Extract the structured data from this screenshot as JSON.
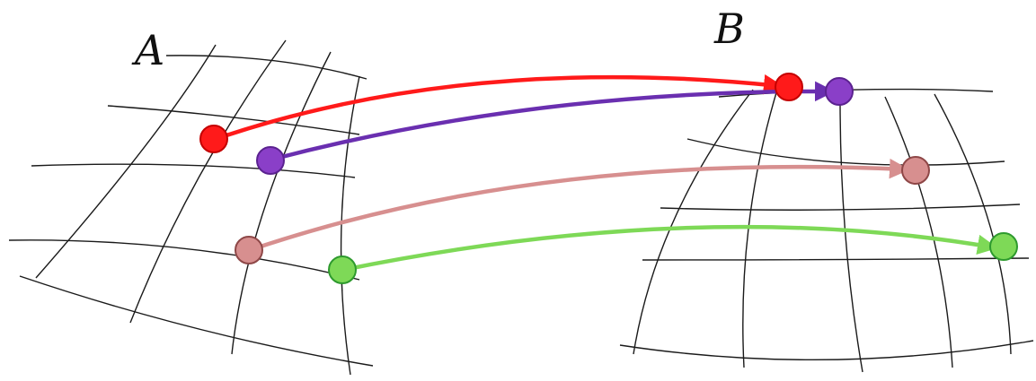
{
  "labels": {
    "grid_a": "A",
    "grid_b": "B"
  },
  "colors": {
    "grid_line": "#1a1a1a",
    "red": "#ff1a1a",
    "purple": "#8a3fc8",
    "pink": "#d78f8f",
    "green": "#7ed957"
  },
  "mappings": [
    {
      "name": "red",
      "color": "#ff1a1a",
      "dot_stroke": "#c40000",
      "arrow_color": "#ff1a1a"
    },
    {
      "name": "purple",
      "color": "#8a3fc8",
      "dot_stroke": "#5b2290",
      "arrow_color": "#6a2fb0"
    },
    {
      "name": "pink",
      "color": "#d78f8f",
      "dot_stroke": "#8e4747",
      "arrow_color": "#d78f8f"
    },
    {
      "name": "green",
      "color": "#7ed957",
      "dot_stroke": "#2e9a2e",
      "arrow_color": "#7ed957"
    }
  ]
}
